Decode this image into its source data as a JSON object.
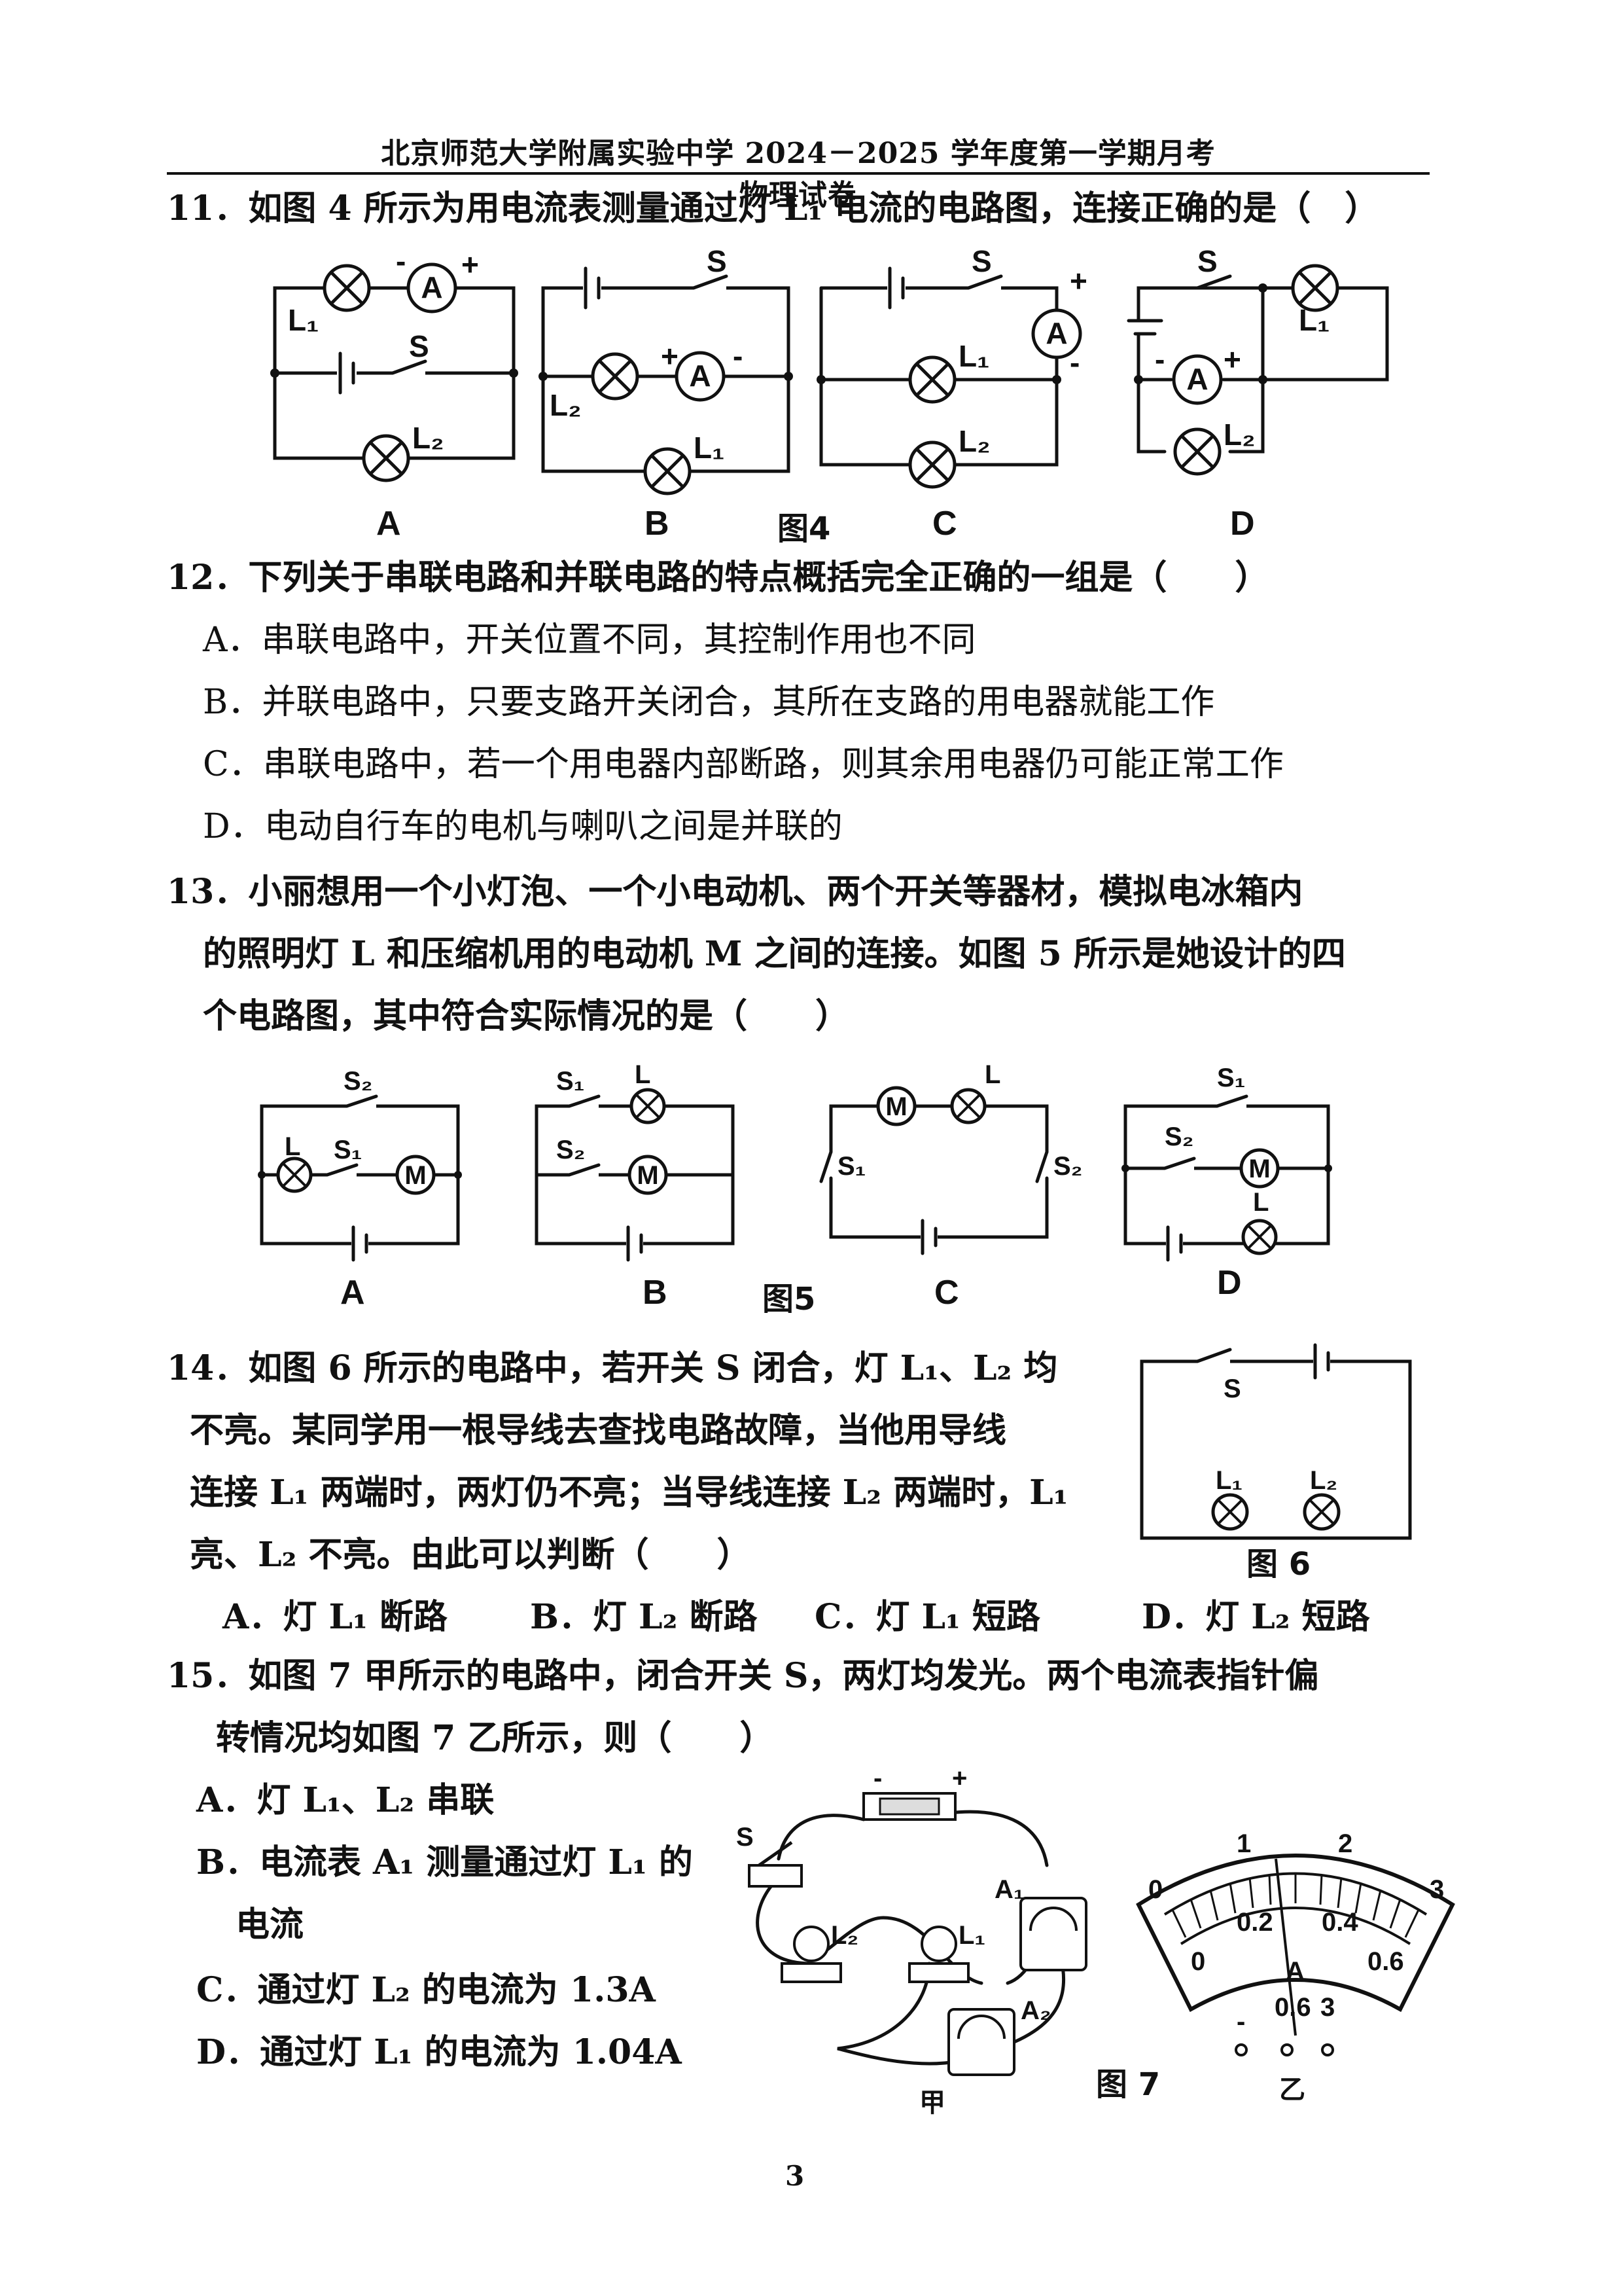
{
  "header": "北京师范大学附属实验中学 2024－2025 学年度第一学期月考物理试卷",
  "q11": {
    "stem": "11．如图 4 所示为用电流表测量通过灯 L₁ 电流的电路图，连接正确的是（　）",
    "options": [
      "A",
      "B",
      "C",
      "D"
    ],
    "figure": "图4"
  },
  "q12": {
    "stem": "12．下列关于串联电路和并联电路的特点概括完全正确的一组是（　　）",
    "a": "A．串联电路中，开关位置不同，其控制作用也不同",
    "b": "B．并联电路中，只要支路开关闭合，其所在支路的用电器就能工作",
    "c": "C．串联电路中，若一个用电器内部断路，则其余用电器仍可能正常工作",
    "d": "D．电动自行车的电机与喇叭之间是并联的"
  },
  "q13": {
    "line1": "13．小丽想用一个小灯泡、一个小电动机、两个开关等器材，模拟电冰箱内",
    "line2": "的照明灯 L 和压缩机用的电动机 M 之间的连接。如图 5 所示是她设计的四",
    "line3": "个电路图，其中符合实际情况的是（　　）",
    "options": [
      "A",
      "B",
      "C",
      "D"
    ],
    "figure": "图5"
  },
  "q14": {
    "line1": "14．如图 6 所示的电路中，若开关 S 闭合，灯 L₁、L₂ 均",
    "line2": "不亮。某同学用一根导线去查找电路故障，当他用导线",
    "line3": "连接 L₁ 两端时，两灯仍不亮；当导线连接 L₂ 两端时，L₁",
    "line4": "亮、L₂ 不亮。由此可以判断（　　）",
    "a": "A．灯 L₁ 断路",
    "b": "B．灯 L₂ 断路",
    "c": "C．灯 L₁ 短路",
    "d": "D．灯 L₂ 短路",
    "figure": "图 6"
  },
  "q15": {
    "line1": "15．如图 7 甲所示的电路中，闭合开关 S，两灯均发光。两个电流表指针偏",
    "line2": "转情况均如图 7 乙所示，则（　　）",
    "a": "A．灯 L₁、L₂ 串联",
    "b1": "B．电流表 A₁ 测量通过灯 L₁ 的",
    "b2": "电流",
    "c": "C．通过灯 L₂ 的电流为 1.3A",
    "d": "D．通过灯 L₁ 的电流为 1.04A",
    "figure": "图 7",
    "left_label": "甲",
    "right_label": "乙",
    "meter": {
      "upper": [
        "0",
        "1",
        "2",
        "3"
      ],
      "lower": [
        "0",
        "0.2",
        "0.4",
        "0.6"
      ],
      "unit": "A",
      "terminals": [
        "-",
        "0.6",
        "3"
      ]
    }
  },
  "page_number": "3"
}
